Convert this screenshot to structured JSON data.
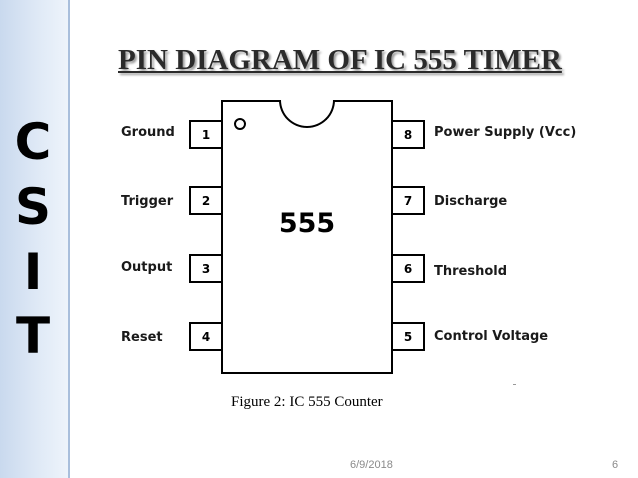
{
  "sidebar": {
    "letters": [
      "C",
      "S",
      "I",
      "T"
    ]
  },
  "slide": {
    "title": "PIN DIAGRAM OF IC 555 TIMER",
    "chip_label": "555",
    "caption": "Figure 2: IC  555 Counter",
    "footer_date": "6/9/2018",
    "page_number": "6"
  },
  "pins_left": [
    {
      "number": "1",
      "label": "Ground"
    },
    {
      "number": "2",
      "label": "Trigger"
    },
    {
      "number": "3",
      "label": "Output"
    },
    {
      "number": "4",
      "label": "Reset"
    }
  ],
  "pins_right": [
    {
      "number": "8",
      "label": "Power Supply (Vcc)"
    },
    {
      "number": "7",
      "label": "Discharge"
    },
    {
      "number": "6",
      "label": "Threshold"
    },
    {
      "number": "5",
      "label": "Control Voltage"
    }
  ]
}
